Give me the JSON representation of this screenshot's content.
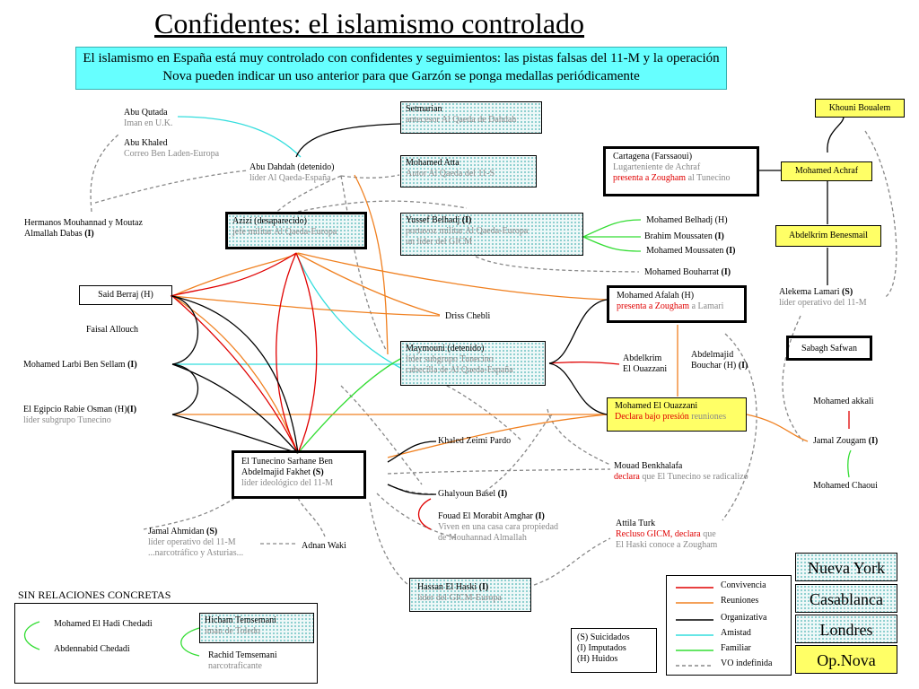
{
  "title": "Confidentes: el islamismo controlado",
  "subtitle": "El islamismo en España está muy controlado con confidentes y seguimientos: las pistas falsas del 11-M y la operación Nova pueden indicar un uso anterior para que Garzón se ponga medallas periódicamente",
  "nodes": {
    "abu_qutada": {
      "name": "Abu Qutada",
      "desc": "Iman en U.K."
    },
    "abu_khaled": {
      "name": "Abu Khaled",
      "desc": "Correo Ben Laden-Europa"
    },
    "setmarian": {
      "name": "Setmarian",
      "desc": "antecesor Al Qaeda de Dahdah"
    },
    "abu_dahdah": {
      "name": "Abu Dahdah (detenido)",
      "desc": "líder Al Qaeda-España"
    },
    "mohamed_atta": {
      "name": "Mohamed Atta",
      "desc": "Autor Al Qaeda del 11-S"
    },
    "hermanos": {
      "line1": "Hermanos Mouhannad y Moutaz",
      "line2": "Almallah Dabas",
      "suffix": " (I)"
    },
    "azizi": {
      "name": "Azizi (desaparecido)",
      "desc": "jefe militar Al Qaeda-Europa"
    },
    "yussef": {
      "name": "Yussef Belhadj",
      "suffix": " (I)",
      "desc1": "portavoz militar Al Qaeda-Europa",
      "desc2": "un líder del GICM"
    },
    "cartagena": {
      "name": "Cartagena (Farssaoui)",
      "desc": "Lugarteniente de Achraf",
      "red": "presenta a Zougham",
      "rest": " al Tunecino"
    },
    "khouni": {
      "name": "Khouni Boualem"
    },
    "achraf": {
      "name": "Mohamed Achraf"
    },
    "benesmail": {
      "name": "Abdelkrim Benesmail"
    },
    "belhadj_m": {
      "name": "Mohamed Belhadj (H)"
    },
    "brahim": {
      "name": "Brahim Moussaten",
      "suffix": " (I)"
    },
    "moussaten_m": {
      "name": "Mohamed  Moussaten",
      "suffix": " (I)"
    },
    "bouharrat": {
      "name": "Mohamed Bouharrat",
      "suffix": " (I)"
    },
    "said_berraj": {
      "name": "Said Berraj (H)"
    },
    "afalah": {
      "name": "Mohamed Afalah (H)",
      "red": "presenta a Zougham",
      "rest": " a Lamari"
    },
    "lamari": {
      "name": "Alekema Lamari",
      "suffix": " (S)",
      "desc": "líder operativo del 11-M"
    },
    "faisal": {
      "name": "Faisal Allouch"
    },
    "driss": {
      "name": "Driss Chebli"
    },
    "sabagh": {
      "name": "Sabagh Safwan"
    },
    "maymouni": {
      "name": "Maymouni (detenido)",
      "desc1": "líder subgrupo Tunecino",
      "desc2": "cabecilla de Al Qaeda-España"
    },
    "larbi": {
      "name": "Mohamed Larbi Ben Sellam",
      "suffix": " (I)"
    },
    "abdelkrim_o": {
      "line1": "Abdelkrim",
      "line2": "El Ouazzani"
    },
    "abdelmajid_b": {
      "line1": "Abdelmajid",
      "line2": "Bouchar (H)",
      "suffix": " (I)"
    },
    "egipcio": {
      "name": "El Egipcio Rabie Osman (H)",
      "suffix": "(I)",
      "desc": "líder subgrupo Tunecino"
    },
    "ouazzani_m": {
      "name": "Mohamed El Ouazzani",
      "red": "Declara bajo presión",
      "rest": " reuniones"
    },
    "akkali": {
      "name": "Mohamed akkali"
    },
    "zougam": {
      "name": "Jamal Zougam",
      "suffix": " (I)"
    },
    "chaoui": {
      "name": "Mohamed Chaoui"
    },
    "zeimi": {
      "name": "Khaled Zeimi Pardo"
    },
    "tunecino": {
      "line1": "El Tunecino Sarhane Ben",
      "line2": "Abdelmajid Fakhet",
      "suffix": " (S)",
      "desc": "líder ideológico del 11-M"
    },
    "benkhalafa": {
      "name": "Mouad Benkhalafa",
      "red": "declara",
      "rest": " que El Tunecino se radicalizó"
    },
    "ghalyoun": {
      "name": "Ghalyoun Basel",
      "suffix": " (I)"
    },
    "morabit": {
      "name": "Fouad El Morabit Amghar",
      "suffix": " (I)",
      "desc1": "Viven en una casa cara propiedad",
      "desc2": "de Mouhannad Almallah"
    },
    "attila": {
      "name": "Attila Turk",
      "red": "Recluso GICM, declara",
      "rest": " que",
      "desc2": "El Haski conoce a Zougham"
    },
    "ahmidan": {
      "name": "Jamal Ahmidan",
      "suffix": " (S)",
      "desc1": "líder operativo del 11-M",
      "desc2": "...narcotráfico y Asturias..."
    },
    "adnan": {
      "name": "Adnan Waki"
    },
    "haski": {
      "name": "Hassan El Haski",
      "suffix": " (I)",
      "desc": "líder del GICM-Europa"
    }
  },
  "sin_relaciones": {
    "title": "SIN RELACIONES CONCRETAS",
    "hadi": "Mohamed El Hadi Chedadi",
    "abdennabid": "Abdennabid Chedadi",
    "hicham": "Hicham Temsemani",
    "hicham_desc": "imán de Toledo",
    "rachid": "Rachid Temsemani",
    "rachid_desc": "narcotraficante"
  },
  "key": [
    "(S)  Suicidados",
    "(I)   Imputados",
    "(H) Huidos"
  ],
  "line_legend": [
    {
      "label": "Convivencia",
      "color": "#e00000",
      "dash": false
    },
    {
      "label": "Reuniones",
      "color": "#f08020",
      "dash": false
    },
    {
      "label": "Organizativa",
      "color": "#000000",
      "dash": false
    },
    {
      "label": "Amistad",
      "color": "#33dddd",
      "dash": false
    },
    {
      "label": "Familiar",
      "color": "#33dd33",
      "dash": false
    },
    {
      "label": "VO indefinida",
      "color": "#888888",
      "dash": true
    }
  ],
  "location_legend": {
    "nueva_york": "Nueva York",
    "casablanca": "Casablanca",
    "londres": "Londres",
    "op_nova": "Op.Nova"
  }
}
